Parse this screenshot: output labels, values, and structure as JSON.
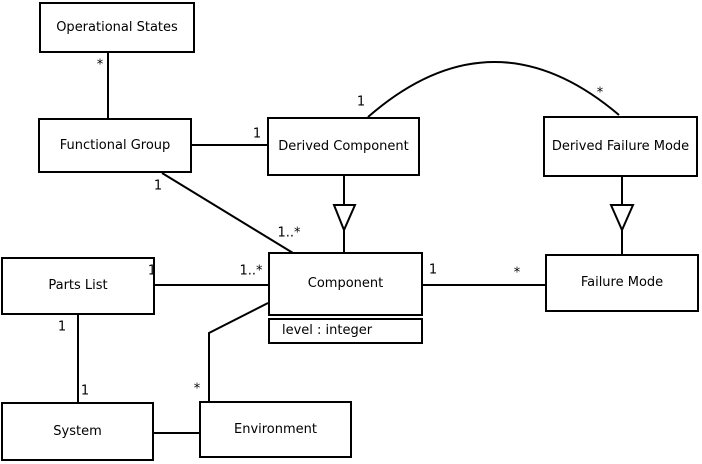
{
  "diagram": {
    "kind": "uml-class-diagram",
    "colors": {
      "line": "#000000",
      "text": "#000000",
      "box_fill": "#ffffff",
      "background": "#ffffff"
    },
    "classes": {
      "operational_states": {
        "name": "Operational States"
      },
      "functional_group": {
        "name": "Functional Group"
      },
      "derived_component": {
        "name": "Derived Component"
      },
      "derived_failure_mode": {
        "name": "Derived Failure Mode"
      },
      "parts_list": {
        "name": "Parts List"
      },
      "component": {
        "name": "Component",
        "attribute": "level : integer"
      },
      "failure_mode": {
        "name": "Failure Mode"
      },
      "system": {
        "name": "System"
      },
      "environment": {
        "name": "Environment"
      }
    },
    "multiplicities": {
      "opstates_fg_star": "*",
      "fg_dc_one": "1",
      "fg_component_one": "1",
      "fg_component_many": "1..*",
      "dc_dfm_one": "1",
      "dc_dfm_star": "*",
      "component_fm_one": "1",
      "component_fm_star": "*",
      "partslist_one": "1",
      "partslist_component_many": "1..*",
      "partslist_system_one": "1",
      "system_partslist_one": "1",
      "component_env_star": "*"
    },
    "relationships": {
      "generalizations": [
        "Derived Component -> Component",
        "Derived Failure Mode -> Failure Mode"
      ],
      "associations": [
        "Operational States (*) - Functional Group",
        "Functional Group (1) - Derived Component",
        "Functional Group (1) - Component (1..*)",
        "Derived Component (1) - Derived Failure Mode (*)",
        "Parts List (1) - Component (1..*)",
        "Component (1) - Failure Mode (*)",
        "Parts List (1) - System (1)",
        "Component - Environment (*)",
        "System - Environment"
      ]
    }
  }
}
